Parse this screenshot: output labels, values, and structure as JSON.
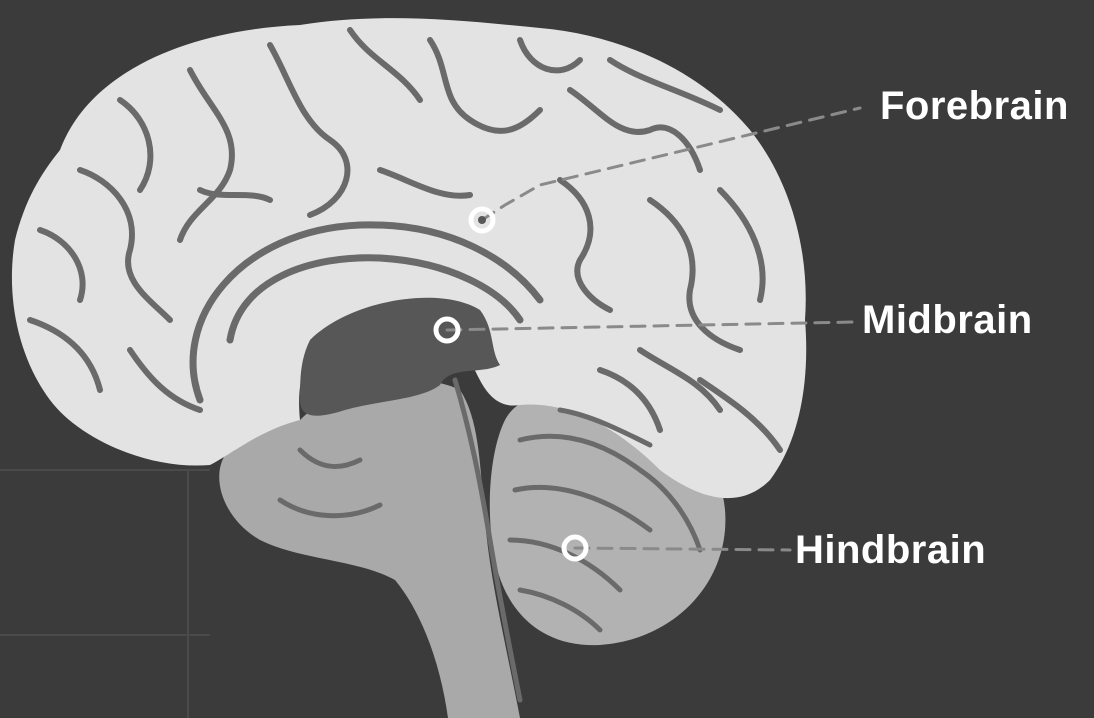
{
  "diagram": {
    "labels": {
      "forebrain": "Forebrain",
      "midbrain": "Midbrain",
      "hindbrain": "Hindbrain"
    },
    "colors": {
      "background": "#3b3b3b",
      "cerebrum": "#e3e3e3",
      "brainstem": "#a9a9a9",
      "cerebellum": "#b2b2b2",
      "midbrain_region": "#575757",
      "sulci": "#6a6a6a",
      "leader_line": "#8a8a8a",
      "marker": "#ffffff"
    }
  }
}
